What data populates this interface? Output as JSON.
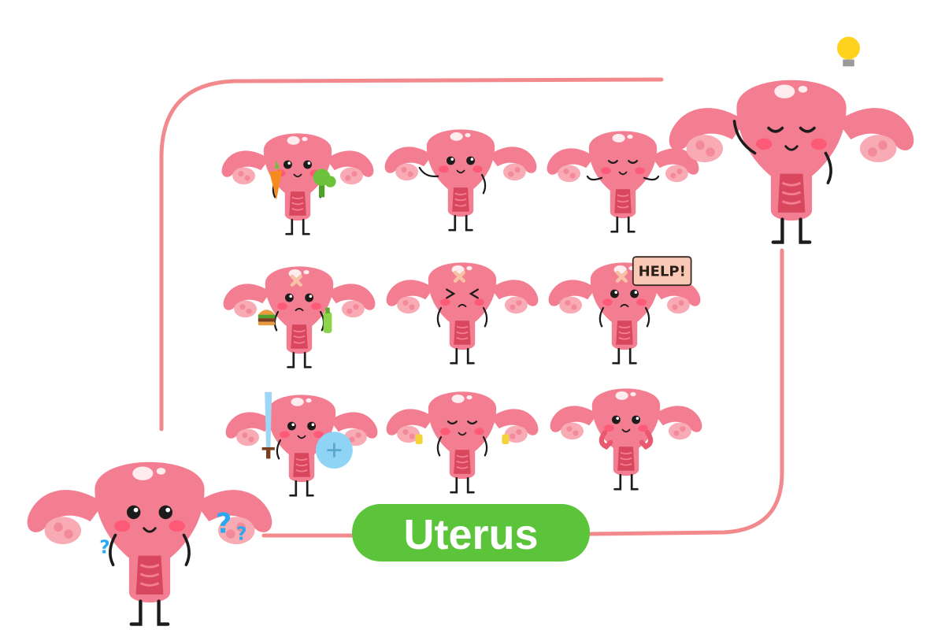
{
  "title": "Uterus",
  "help_sign": "HELP!",
  "question_marks": [
    "?",
    "?",
    "?"
  ],
  "colors": {
    "body": "#f47e91",
    "body_dark": "#e8586e",
    "inner": "#d9475f",
    "ovary": "#f8aab5",
    "ovary_detail": "#f28a9c",
    "frame": "#f28a8d",
    "pill": "#5bc43b",
    "cheek": "#ff4f6e",
    "eye": "#1c1c1c",
    "bulb": "#ffd21e",
    "question": "#2aa9f0",
    "sign": "#f9c9b6",
    "sword": "#9fd5f5",
    "shield": "#8fd3f5",
    "carrot": "#f58a1f",
    "broccoli": "#6cc33b",
    "dumbbell": "#f3d23a"
  },
  "characters": [
    {
      "name": "uterus-with-vegetables",
      "props": [
        "carrot-icon",
        "broccoli-icon"
      ]
    },
    {
      "name": "uterus-waving",
      "props": []
    },
    {
      "name": "uterus-meditating",
      "props": []
    },
    {
      "name": "uterus-with-junk-food",
      "props": [
        "burger-icon",
        "bottle-icon"
      ]
    },
    {
      "name": "uterus-in-pain",
      "props": []
    },
    {
      "name": "uterus-holding-help-sign",
      "props": [
        "help-sign-icon"
      ]
    },
    {
      "name": "uterus-warrior",
      "props": [
        "sword-icon",
        "shield-icon"
      ]
    },
    {
      "name": "uterus-with-dumbbells",
      "props": [
        "dumbbell-icon"
      ]
    },
    {
      "name": "uterus-strong",
      "props": []
    },
    {
      "name": "uterus-idea",
      "props": [
        "lightbulb-icon"
      ]
    },
    {
      "name": "uterus-confused",
      "props": [
        "question-mark-icon"
      ]
    }
  ]
}
